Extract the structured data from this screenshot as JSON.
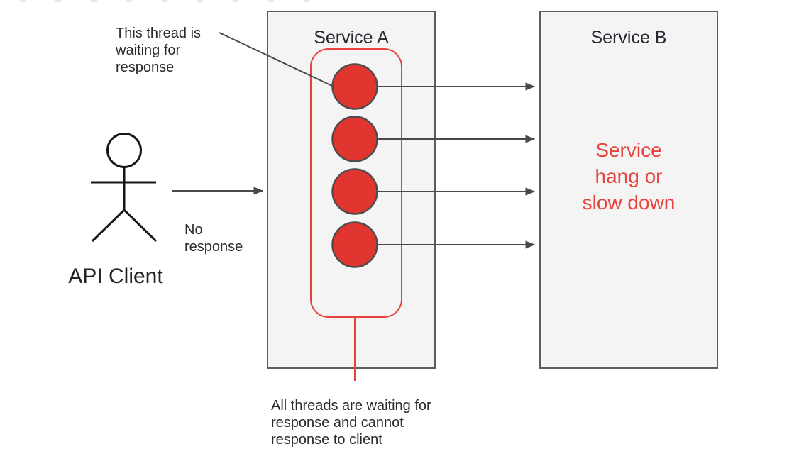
{
  "colors": {
    "accent-red": "#e8423d",
    "thread-fill-red": "#e13530",
    "box-fill": "#f4f4f4",
    "box-border": "#5d5d5d",
    "connector-gray": "#4a4a4a",
    "ink": "#2a2a2a"
  },
  "api_client": {
    "label": "API Client",
    "no_response_note": "No\nresponse"
  },
  "service_a": {
    "label": "Service A",
    "thread_count": 4,
    "waiting_thread_note": "This thread is\nwaiting for\nresponse",
    "thread_pool_note": "All threads are waiting for\nresponse and cannot\nresponse to client"
  },
  "service_b": {
    "label": "Service B",
    "status": "Service\nhang or\nslow down"
  }
}
